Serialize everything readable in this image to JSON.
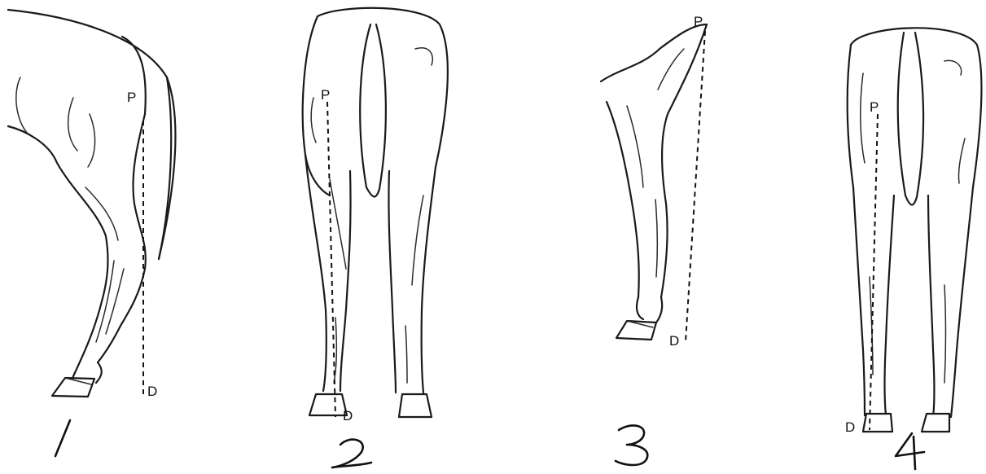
{
  "panels": [
    {
      "number": "1",
      "proximal_label": "P",
      "distal_label": "D"
    },
    {
      "number": "2",
      "proximal_label": "P",
      "distal_label": "D"
    },
    {
      "number": "3",
      "proximal_label": "P",
      "distal_label": "D"
    },
    {
      "number": "4",
      "proximal_label": "P",
      "distal_label": "D"
    }
  ]
}
